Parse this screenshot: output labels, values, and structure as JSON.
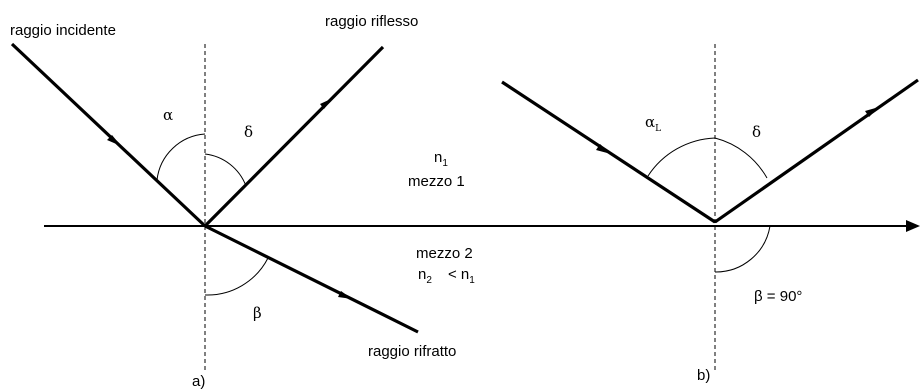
{
  "labels": {
    "incident_ray": "raggio incidente",
    "reflected_ray": "raggio riflesso",
    "refracted_ray": "raggio rifratto",
    "alpha": "α",
    "delta_a": "δ",
    "beta": "β",
    "alpha_limit": "α",
    "alpha_limit_sub": "L",
    "delta_b": "δ",
    "beta_90": "β = 90°",
    "n1": "n",
    "n1_sub": "1",
    "medium1": "mezzo 1",
    "medium2": "mezzo 2",
    "n2": "n",
    "n2_sub": "2",
    "less_than": "< n",
    "less_than_sub": "1",
    "panel_a": "a)",
    "panel_b": "b)"
  }
}
